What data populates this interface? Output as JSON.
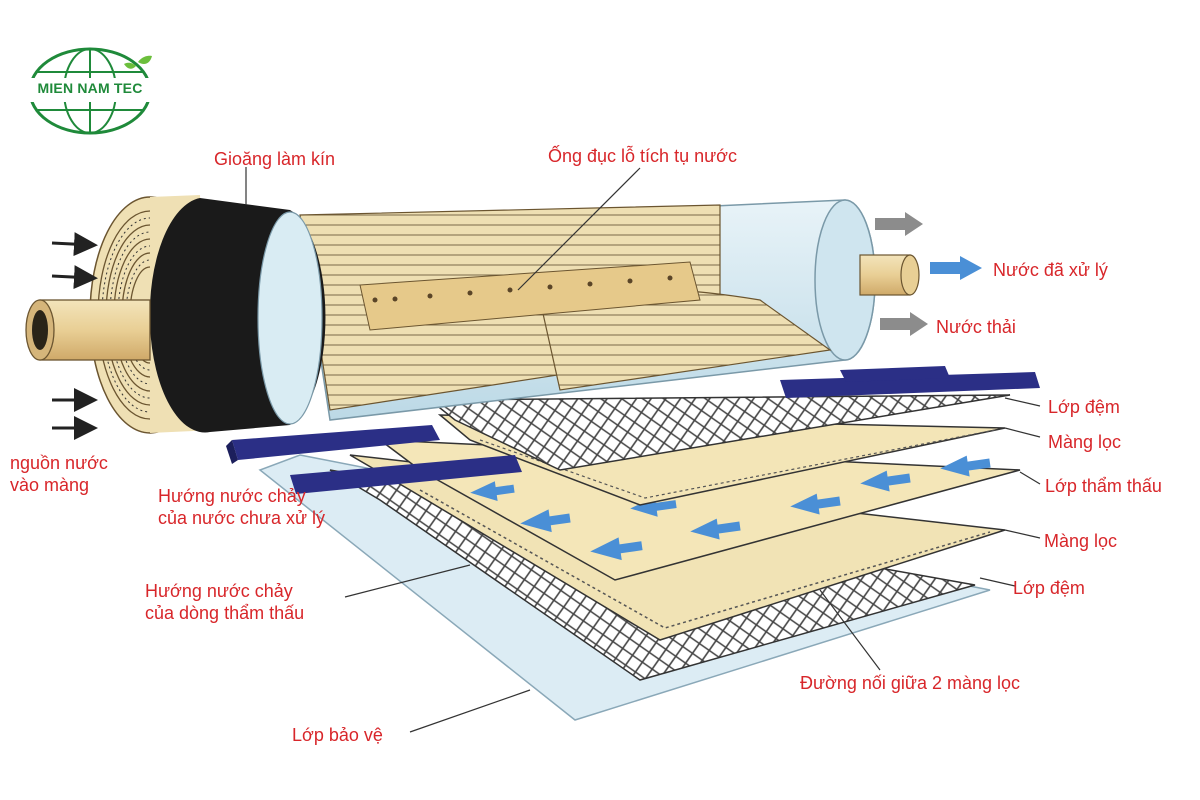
{
  "logo": {
    "text": "MIEN NAM TEC",
    "color": "#1f8a3a"
  },
  "labels": {
    "gasket": "Gioăng làm kín",
    "perforated_tube": "Ống đục lỗ tích tụ nước",
    "treated_water": "Nước đã xử lý",
    "waste_water": "Nước thải",
    "feed_spacer_top": "Lớp đệm",
    "membrane_top": "Màng lọc",
    "permeate_layer": "Lớp thẩm thấu",
    "membrane_bottom": "Màng lọc",
    "feed_spacer_bottom": "Lớp đệm",
    "feed_source": "nguồn nước\nvào màng",
    "untreated_flow": "Hướng nước chảy\ncủa nước chưa xử lý",
    "permeate_flow": "Hướng nước chảy\ncủa dòng thẩm thấu",
    "membrane_seam": "Đường nối giữa 2 màng lọc",
    "protective_layer": "Lớp bảo vệ"
  },
  "colors": {
    "label_red": "#d8262a",
    "cartridge_tan": "#efe0b4",
    "shell_blue": "#d9ecf3",
    "gasket_black": "#1a1a1a",
    "flow_arrow_blue": "#4a8fd6",
    "feed_pipe_navy": "#2b2f86"
  }
}
